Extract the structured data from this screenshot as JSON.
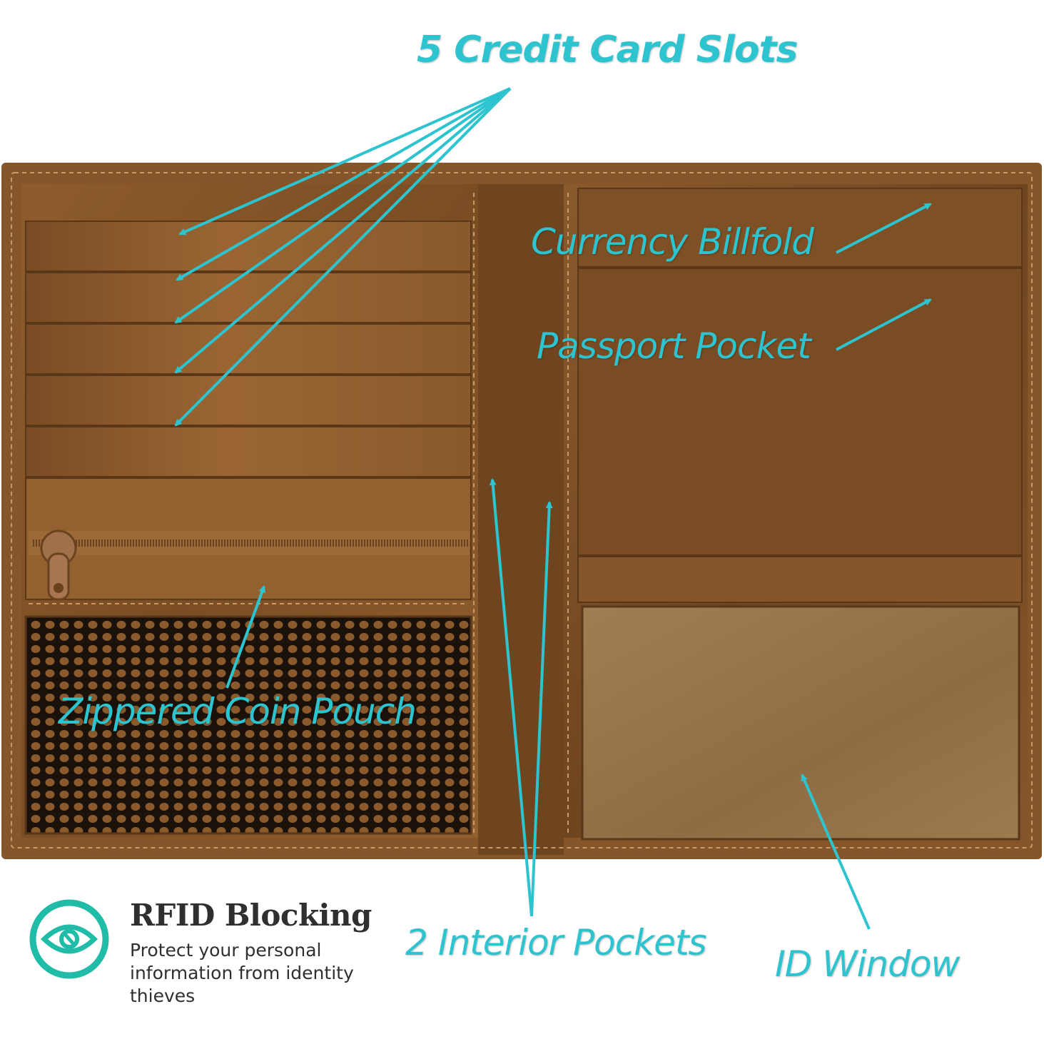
{
  "callouts": {
    "credit_card_slots": "5 Credit Card Slots",
    "currency_billfold": "Currency Billfold",
    "passport_pocket": "Passport Pocket",
    "zippered_coin_pouch": "Zippered Coin Pouch",
    "interior_pockets": "2 Interior Pockets",
    "id_window": "ID Window"
  },
  "rfid": {
    "icon": "eye-icon",
    "title": "RFID Blocking",
    "description": "Protect your personal information from identity thieves"
  },
  "colors": {
    "accent": "#2ec4cf",
    "leather": "#8b5a2b",
    "text_dark": "#2f2f2f"
  }
}
